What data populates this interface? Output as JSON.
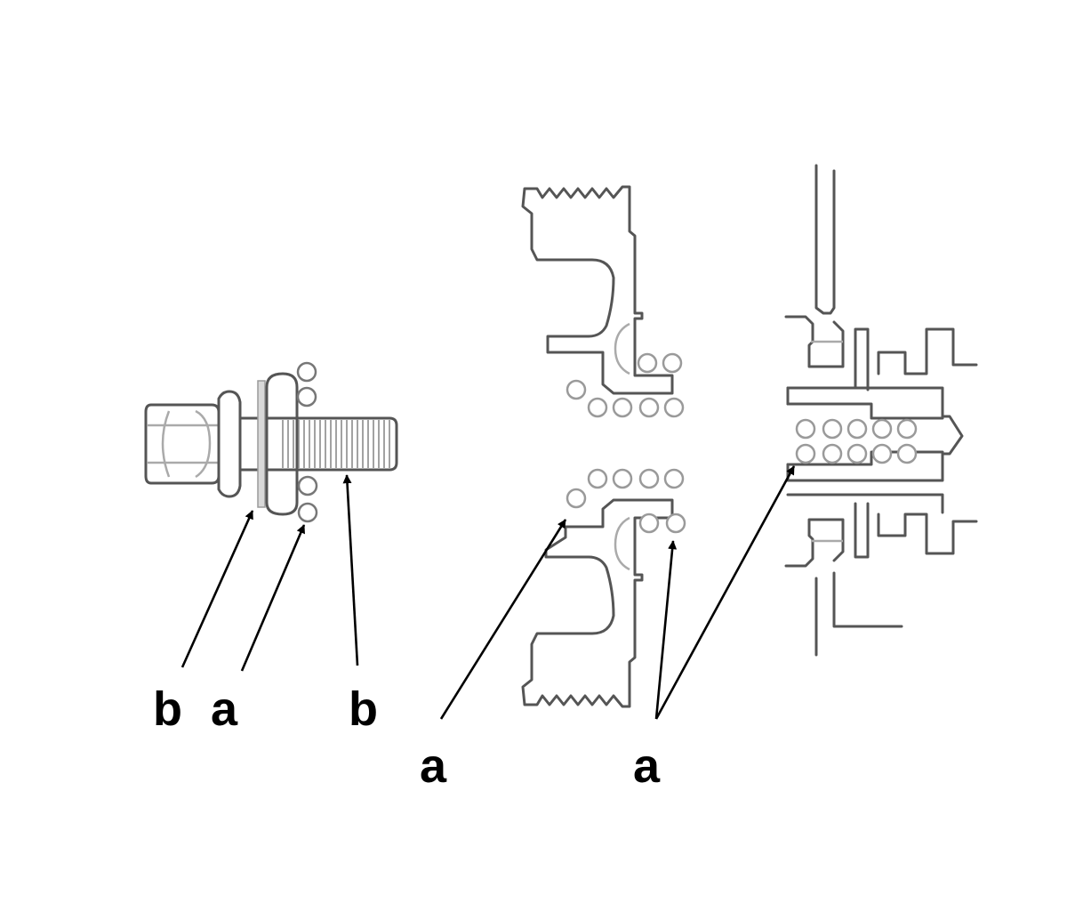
{
  "callouts": {
    "bolt_left_b": "b",
    "bolt_a": "a",
    "bolt_right_b": "b",
    "pulley_a": "a",
    "hub_a": "a"
  },
  "colors": {
    "line": "#555555",
    "bead": "#9a9a9a",
    "leader": "#000000"
  }
}
